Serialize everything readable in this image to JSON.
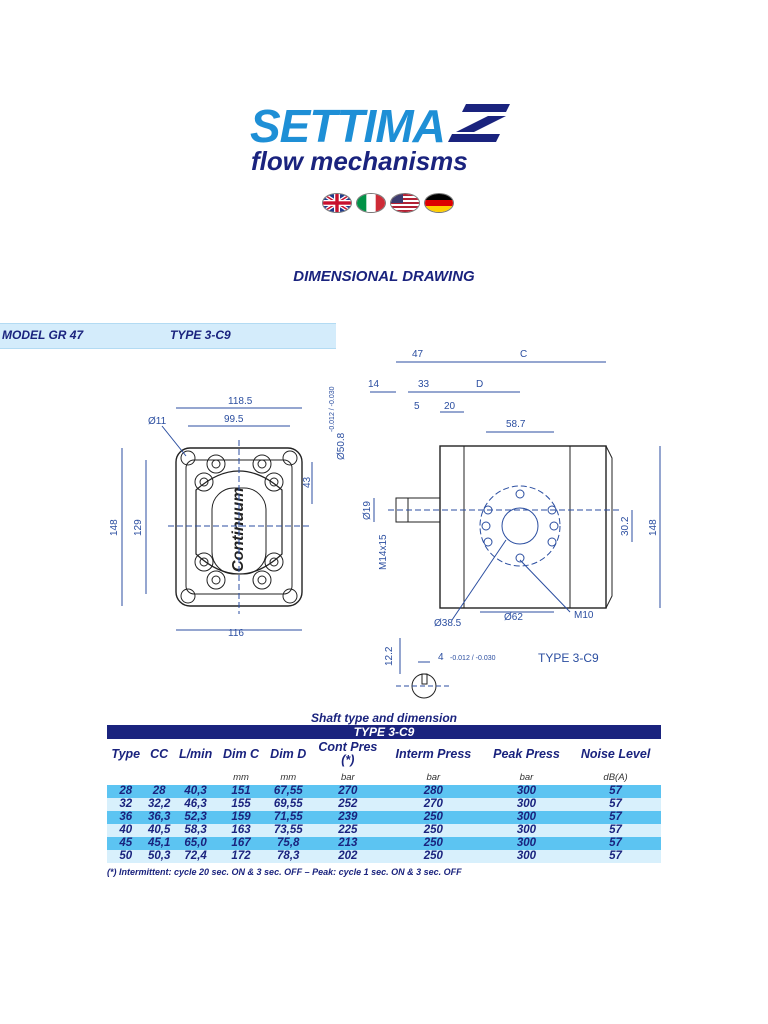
{
  "brand": {
    "name": "SETTIMA",
    "tagline": "flow mechanisms"
  },
  "languages": [
    "uk-flag-icon",
    "italy-flag-icon",
    "usa-flag-icon",
    "germany-flag-icon"
  ],
  "heading": "DIMENSIONAL DRAWING",
  "model": "MODEL GR 47",
  "type_label": "TYPE 3-C9",
  "drawing": {
    "front_dims": [
      "Ø11",
      "118.5",
      "99.5",
      "43",
      "148",
      "129",
      "116"
    ],
    "side_dims": [
      "47",
      "C",
      "14",
      "33",
      "D",
      "5",
      "20",
      "58.7",
      "Ø50.8",
      "Ø19",
      "M14x15",
      "148",
      "30.2",
      "Ø38.5",
      "Ø62",
      "M10"
    ],
    "tolerance_1": "-0.012 / -0.030",
    "shaft_dims": [
      "12.2",
      "4",
      "-0.012 / -0.030"
    ],
    "type_caption": "TYPE 3-C9",
    "body_text": "Continuum"
  },
  "table": {
    "title": "Shaft type and dimension",
    "type_header": "TYPE 3-C9",
    "headers": [
      "Type",
      "CC",
      "L/min",
      "Dim C",
      "Dim D",
      "Cont Pres (*)",
      "Interm Press",
      "Peak Press",
      "Noise Level"
    ],
    "units": [
      "",
      "",
      "",
      "mm",
      "mm",
      "bar",
      "bar",
      "bar",
      "dB(A)"
    ],
    "rows": [
      [
        "28",
        "28",
        "40,3",
        "151",
        "67,55",
        "270",
        "280",
        "300",
        "57"
      ],
      [
        "32",
        "32,2",
        "46,3",
        "155",
        "69,55",
        "252",
        "270",
        "300",
        "57"
      ],
      [
        "36",
        "36,3",
        "52,3",
        "159",
        "71,55",
        "239",
        "250",
        "300",
        "57"
      ],
      [
        "40",
        "40,5",
        "58,3",
        "163",
        "73,55",
        "225",
        "250",
        "300",
        "57"
      ],
      [
        "45",
        "45,1",
        "65,0",
        "167",
        "75,8",
        "213",
        "250",
        "300",
        "57"
      ],
      [
        "50",
        "50,3",
        "72,4",
        "172",
        "78,3",
        "202",
        "250",
        "300",
        "57"
      ]
    ],
    "note": "(*) Intermittent: cycle 20 sec. ON & 3 sec. OFF – Peak: cycle 1 sec. ON & 3 sec. OFF"
  },
  "colors": {
    "navy": "#1a237e",
    "row_highlight": "#5cc4f2",
    "row_light": "#d8f0fc",
    "bar": "#d4ecfb",
    "drawing_line": "#2b4ea0"
  }
}
